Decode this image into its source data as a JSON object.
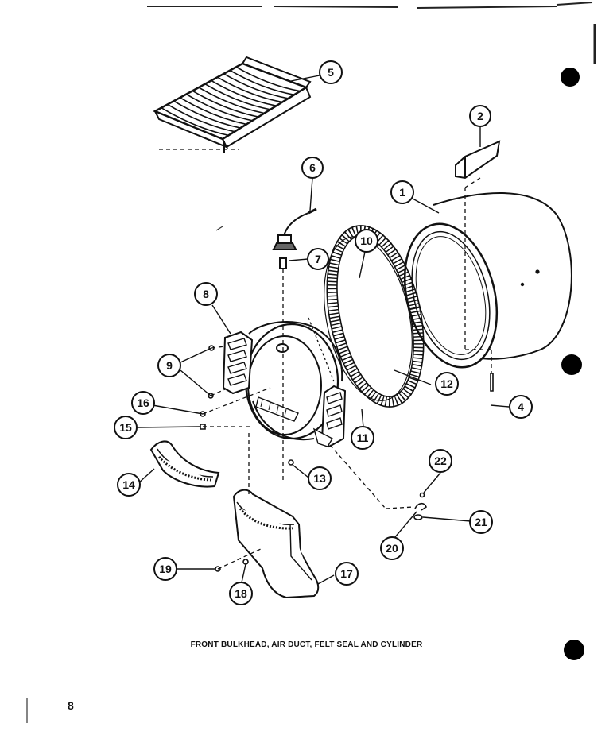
{
  "diagram": {
    "caption": "FRONT BULKHEAD, AIR DUCT, FELT SEAL AND CYLINDER",
    "page_number": "8",
    "callouts": [
      "1",
      "2",
      "4",
      "5",
      "6",
      "7",
      "8",
      "9",
      "10",
      "11",
      "12",
      "13",
      "14",
      "15",
      "16",
      "17",
      "18",
      "19",
      "20",
      "21",
      "22"
    ],
    "parts": [
      "cylinder",
      "shelf-rack",
      "sensor-wire",
      "sensor",
      "bracket",
      "cylinder-screw",
      "bulkhead",
      "felt-seal",
      "duct-trap",
      "air-duct"
    ]
  }
}
